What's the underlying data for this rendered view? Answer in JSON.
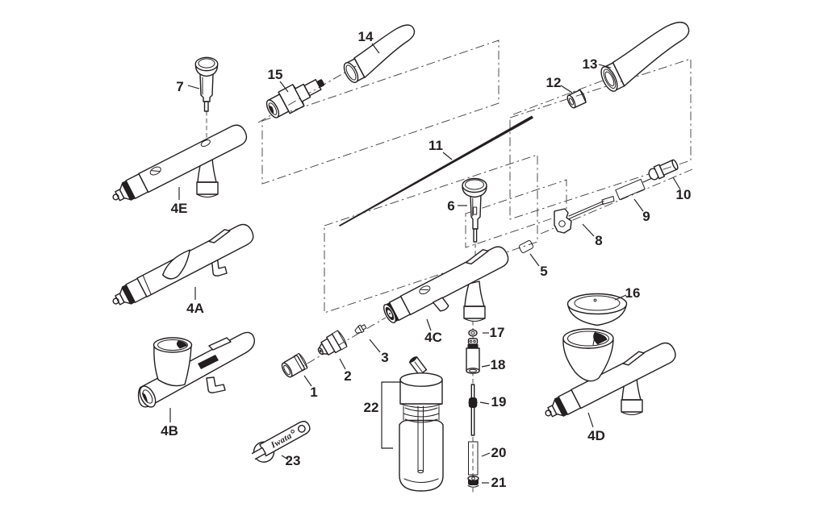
{
  "diagram": {
    "type": "exploded-parts-diagram",
    "subject": "airbrush exploded parts schematic",
    "background_color": "#ffffff",
    "line_color": "#231f20",
    "wrench_brand": "Iwata",
    "labels": {
      "1": "1",
      "2": "2",
      "3": "3",
      "5": "5",
      "6": "6",
      "7": "7",
      "8": "8",
      "9": "9",
      "10": "10",
      "11": "11",
      "12": "12",
      "13": "13",
      "14": "14",
      "15": "15",
      "16": "16",
      "17": "17",
      "18": "18",
      "19": "19",
      "20": "20",
      "21": "21",
      "22": "22",
      "23": "23",
      "4A": "4A",
      "4B": "4B",
      "4C": "4C",
      "4D": "4D",
      "4E": "4E"
    }
  }
}
